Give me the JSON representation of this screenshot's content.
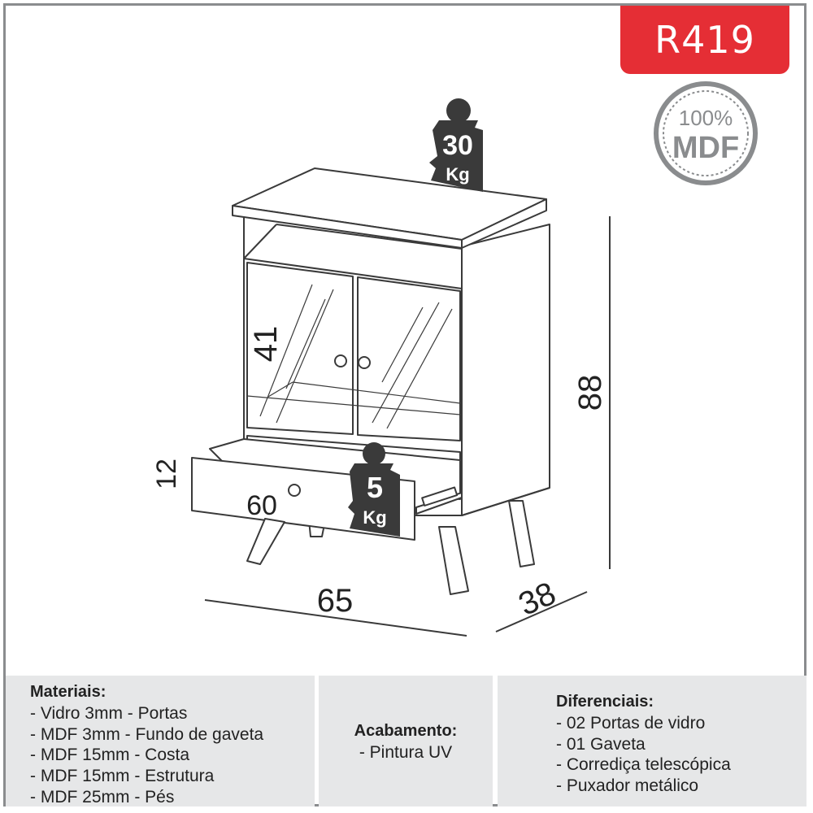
{
  "product_code": "R419",
  "seal": {
    "line1": "100%",
    "line2": "MDF"
  },
  "weights": {
    "top": {
      "value": "30",
      "unit": "Kg"
    },
    "drawer": {
      "value": "5",
      "unit": "Kg"
    }
  },
  "dimensions": {
    "height": "88",
    "width": "65",
    "depth": "38",
    "door_height": "41",
    "drawer_height": "12",
    "drawer_width": "60"
  },
  "materials": {
    "title": "Materiais:",
    "items": [
      "- Vidro 3mm - Portas",
      "- MDF 3mm - Fundo de gaveta",
      "- MDF 15mm - Costa",
      "- MDF 15mm - Estrutura",
      "- MDF 25mm - Pés"
    ]
  },
  "finish": {
    "title": "Acabamento:",
    "items": [
      "- Pintura UV"
    ]
  },
  "features": {
    "title": "Diferenciais:",
    "items": [
      "- 02 Portas de vidro",
      "- 01 Gaveta",
      "- Corrediça telescópica",
      "- Puxador metálico"
    ]
  },
  "colors": {
    "badge": "#e52e35",
    "line": "#3a3a3a",
    "weight_fill": "#3a3a3a",
    "seal": "#8a8c8e",
    "panel": "#e6e7e8",
    "frame": "#8a8c8e"
  }
}
